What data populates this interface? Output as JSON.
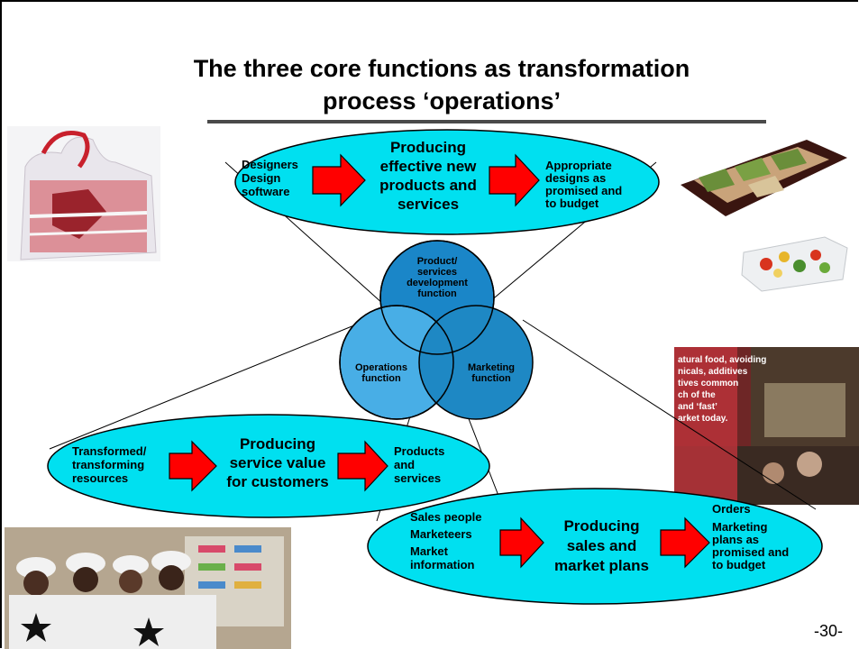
{
  "title": {
    "line1": "The three core functions as transformation",
    "line2": "process ‘operations’"
  },
  "top_ellipse": {
    "inputs": [
      "Designers",
      "Design",
      "software"
    ],
    "process": [
      "Producing",
      "effective new",
      "products and",
      "services"
    ],
    "outputs": [
      "Appropriate",
      "designs as",
      "promised and",
      "to budget"
    ]
  },
  "circles": {
    "product": [
      "Product/",
      "services",
      "development",
      "function"
    ],
    "operations": [
      "Operations",
      "function"
    ],
    "marketing": [
      "Marketing",
      "function"
    ]
  },
  "left_ellipse": {
    "inputs": [
      "Transformed/",
      "transforming",
      "resources"
    ],
    "process": [
      "Producing",
      "service value",
      "for customers"
    ],
    "outputs": [
      "Products",
      "and",
      "services"
    ]
  },
  "bottom_ellipse": {
    "inputs": [
      "Sales people",
      "Marketeers",
      "Market",
      "information"
    ],
    "process": [
      "Producing",
      "sales and",
      "market plans"
    ],
    "outputs_header": "Orders",
    "outputs": [
      "Marketing",
      "plans as",
      "promised and",
      "to budget"
    ]
  },
  "shop_sign": [
    "atural food, avoiding",
    "nicals, additives",
    "tives common",
    "ch of the",
    "and ‘fast’",
    "arket today."
  ],
  "page_number": "-30-",
  "colors": {
    "ellipse_fill": "#00e0f0",
    "circle_product": "#1a86c8",
    "circle_operations": "#48aee6",
    "circle_marketing": "#1e88c4",
    "arrow": "#ff0000"
  },
  "images": [
    "shopping-bag-photo",
    "sandwich-tray-photo",
    "salad-box-photo",
    "shop-window-photo",
    "kitchen-workers-photo"
  ]
}
